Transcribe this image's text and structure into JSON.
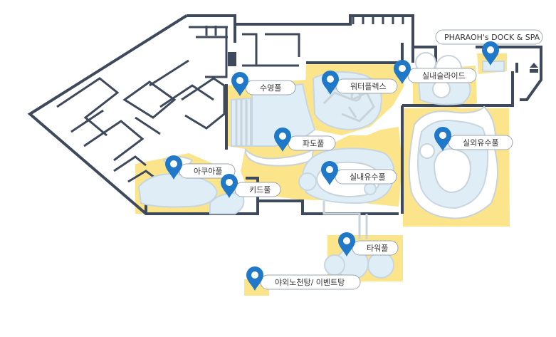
{
  "map": {
    "locations": [
      {
        "id": "suyeongpul",
        "label": "수영풀"
      },
      {
        "id": "waterplex",
        "label": "워터플렉스"
      },
      {
        "id": "indoor-slide",
        "label": "실내슬라이드"
      },
      {
        "id": "pharaoh-dock-spa",
        "label": "PHARAOH's DOCK & SPA"
      },
      {
        "id": "padopul",
        "label": "파도풀"
      },
      {
        "id": "outdoor-pool",
        "label": "실외유수풀"
      },
      {
        "id": "aqua-pool",
        "label": "아쿠아풀"
      },
      {
        "id": "indoor-lazy-river",
        "label": "실내유수풀"
      },
      {
        "id": "kids-pool",
        "label": "키드풀"
      },
      {
        "id": "tower-pool",
        "label": "타워풀"
      },
      {
        "id": "outdoor-hot-tub",
        "label": "야외노천탕/ 이벤트탕"
      }
    ],
    "facility_icons": [
      "restroom-icon",
      "stairs-icon"
    ],
    "colors": {
      "wall": "#3e4a5c",
      "sand": "#fbe48a",
      "water": "#dfeef6",
      "pin": "#1f78c8"
    }
  }
}
